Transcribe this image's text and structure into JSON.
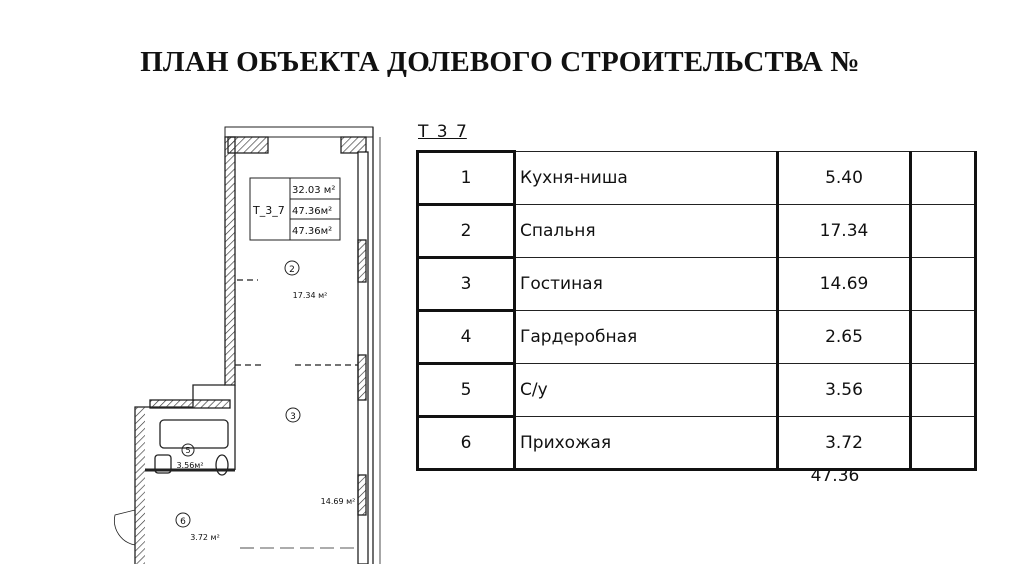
{
  "title": "ПЛАН ОБЪЕКТА ДОЛЕВОГО СТРОИТЕЛЬСТВА №",
  "plan": {
    "unit_code": "Т_3_7",
    "info_areas": [
      "32.03 м²",
      "47.36м²",
      "47.36м²"
    ],
    "rooms": [
      {
        "num": "2",
        "area": "17.34 м²"
      },
      {
        "num": "3",
        "area": "14.69 м²"
      },
      {
        "num": "5",
        "area": "3.56м²"
      },
      {
        "num": "6",
        "area": "3.72 м²"
      }
    ]
  },
  "table": {
    "code": "Т 3 7",
    "rows": [
      {
        "num": "1",
        "name": "Кухня-ниша",
        "area": "5.40"
      },
      {
        "num": "2",
        "name": "Спальня",
        "area": "17.34"
      },
      {
        "num": "3",
        "name": "Гостиная",
        "area": "14.69"
      },
      {
        "num": "4",
        "name": "Гардеробная",
        "area": "2.65"
      },
      {
        "num": "5",
        "name": "С/у",
        "area": "3.56"
      },
      {
        "num": "6",
        "name": "Прихожая",
        "area": "3.72"
      }
    ],
    "total": "47.36"
  }
}
